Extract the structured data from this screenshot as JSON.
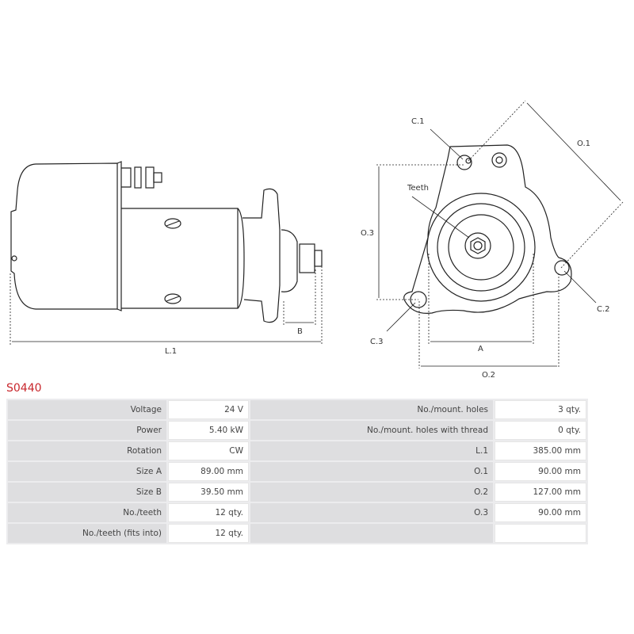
{
  "title": "S0440",
  "drawing_labels": {
    "l1": "L.1",
    "b": "B",
    "a": "A",
    "o1": "O.1",
    "o2": "O.2",
    "o3": "O.3",
    "c1": "C.1",
    "c2": "C.2",
    "c3": "C.3",
    "teeth": "Teeth"
  },
  "specs": [
    {
      "k1": "Voltage",
      "v1": "24 V",
      "k2": "No./mount. holes",
      "v2": "3 qty."
    },
    {
      "k1": "Power",
      "v1": "5.40 kW",
      "k2": "No./mount. holes with thread",
      "v2": "0 qty."
    },
    {
      "k1": "Rotation",
      "v1": "CW",
      "k2": "L.1",
      "v2": "385.00 mm"
    },
    {
      "k1": "Size A",
      "v1": "89.00 mm",
      "k2": "O.1",
      "v2": "90.00 mm"
    },
    {
      "k1": "Size B",
      "v1": "39.50 mm",
      "k2": "O.2",
      "v2": "127.00 mm"
    },
    {
      "k1": "No./teeth",
      "v1": "12 qty.",
      "k2": "O.3",
      "v2": "90.00 mm"
    },
    {
      "k1": "No./teeth (fits into)",
      "v1": "12 qty.",
      "k2": "",
      "v2": ""
    }
  ]
}
